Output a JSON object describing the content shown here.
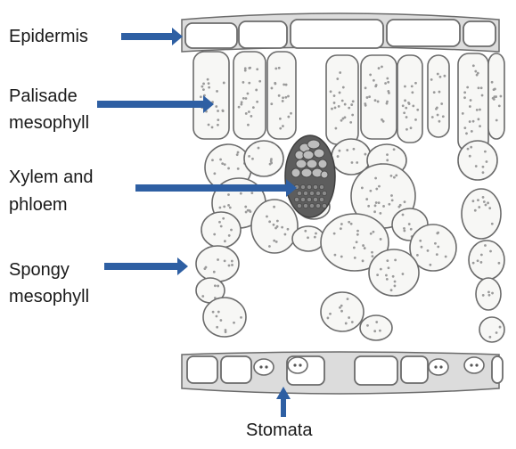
{
  "labels": {
    "epidermis": "Epidermis",
    "palisade": [
      "Palisade",
      "mesophyll"
    ],
    "xylem": [
      "Xylem and",
      "phloem"
    ],
    "spongy": [
      "Spongy",
      "mesophyll"
    ],
    "stomata": "Stomata"
  },
  "colors": {
    "arrow": "#2e5fa3",
    "outline": "#6b6b6b",
    "cell_fill": "#f7f7f5",
    "epidermis_fill": "#dcdcdc",
    "vascular_dark": "#5d5d5d",
    "vascular_light": "#bdbdbd",
    "dot": "#9a9a9a"
  }
}
